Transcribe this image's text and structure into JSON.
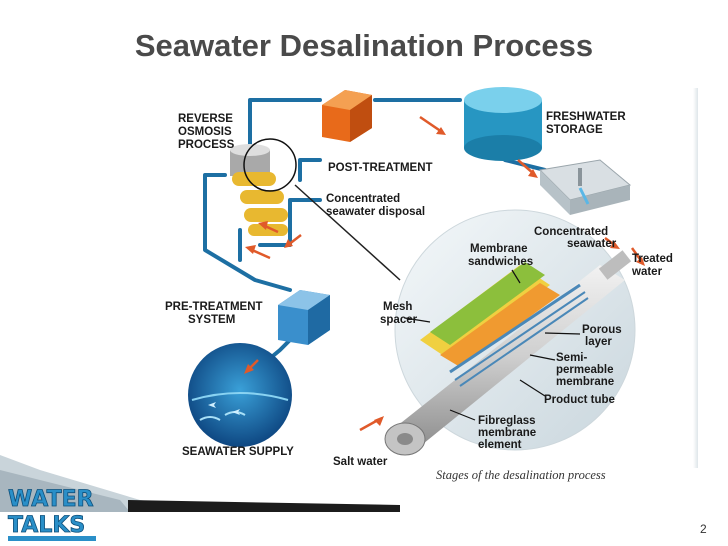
{
  "title": "Seawater Desalination Process",
  "page_number": "2",
  "logo": {
    "line1": "WATER",
    "line2": "TALKS"
  },
  "labels": {
    "reverse_osmosis": [
      "REVERSE",
      "OSMOSIS",
      "PROCESS"
    ],
    "freshwater_storage": [
      "FRESHWATER",
      "STORAGE"
    ],
    "post_treatment": "POST-TREATMENT",
    "concentrated_disposal": [
      "Concentrated",
      "seawater disposal"
    ],
    "concentrated_seawater": [
      "Concentrated",
      "seawater"
    ],
    "membrane_sandwiches": [
      "Membrane",
      "sandwiches"
    ],
    "treated_water": [
      "Treated",
      "water"
    ],
    "pre_treatment": [
      "PRE-TREATMENT",
      "SYSTEM"
    ],
    "mesh_spacer": [
      "Mesh",
      "spacer"
    ],
    "porous_layer": [
      "Porous",
      "layer"
    ],
    "semi_permeable": [
      "Semi-",
      "permeable",
      "membrane"
    ],
    "product_tube": "Product tube",
    "fibreglass": [
      "Fibreglass",
      "membrane",
      "element"
    ],
    "seawater_supply": "SEAWATER SUPPLY",
    "salt_water": "Salt water"
  },
  "caption": "Stages of the desalination process",
  "colors": {
    "pipe": "#1d6fa3",
    "arrow": "#e05a2a",
    "post_box": "#e86a1a",
    "tank": "#3bb3d9",
    "pre_box": "#3a8fcc"
  }
}
